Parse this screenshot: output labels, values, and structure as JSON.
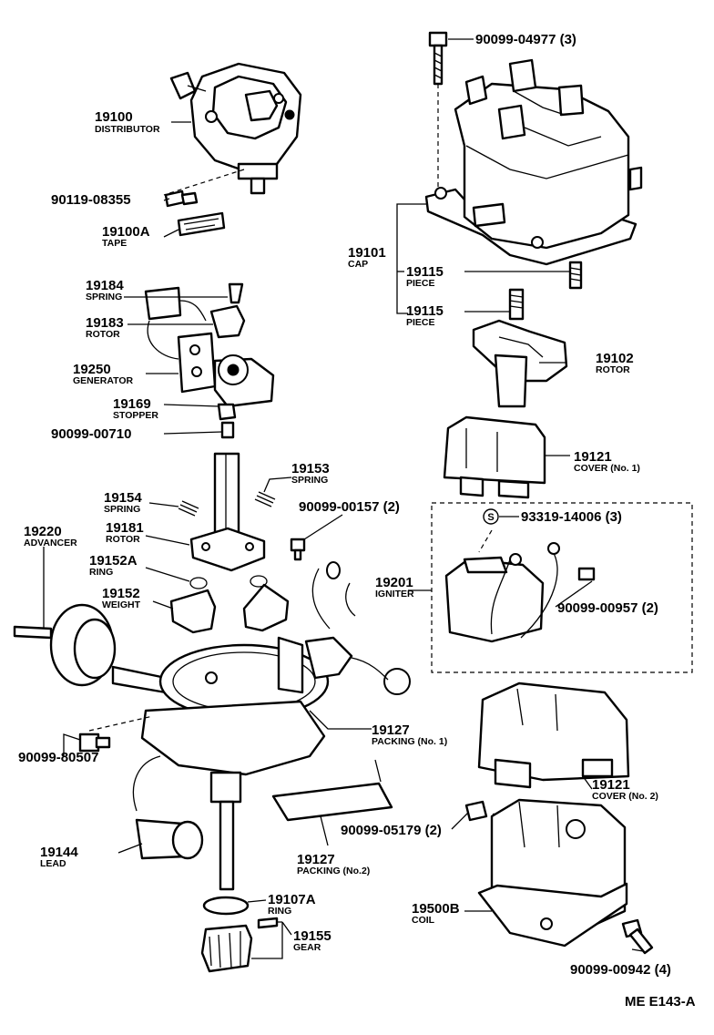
{
  "diagram_code": "ME E143-A",
  "parts": {
    "p1": {
      "number": "90099-04977 (3)",
      "name": ""
    },
    "p2": {
      "number": "19100",
      "name": "DISTRIBUTOR"
    },
    "p3": {
      "number": "90119-08355",
      "name": ""
    },
    "p4": {
      "number": "19100A",
      "name": "TAPE"
    },
    "p5": {
      "number": "19101",
      "name": "CAP"
    },
    "p6": {
      "number": "19115",
      "name": "PIECE"
    },
    "p7": {
      "number": "19115",
      "name": "PIECE"
    },
    "p8": {
      "number": "19184",
      "name": "SPRING"
    },
    "p9": {
      "number": "19183",
      "name": "ROTOR"
    },
    "p10": {
      "number": "19250",
      "name": "GENERATOR"
    },
    "p11": {
      "number": "19102",
      "name": "ROTOR"
    },
    "p12": {
      "number": "19169",
      "name": "STOPPER"
    },
    "p13": {
      "number": "90099-00710",
      "name": ""
    },
    "p14": {
      "number": "19121",
      "name": "COVER (No. 1)"
    },
    "p15": {
      "number": "19153",
      "name": "SPRING"
    },
    "p16": {
      "number": "19154",
      "name": "SPRING"
    },
    "p17": {
      "number": "90099-00157 (2)",
      "name": ""
    },
    "p18": {
      "number": "93319-14006 (3)",
      "name": ""
    },
    "p19": {
      "number": "19220",
      "name": "ADVANCER"
    },
    "p20": {
      "number": "19181",
      "name": "ROTOR"
    },
    "p21": {
      "number": "19152A",
      "name": "RING"
    },
    "p22": {
      "number": "19201",
      "name": "IGNITER"
    },
    "p23": {
      "number": "19152",
      "name": "WEIGHT"
    },
    "p24": {
      "number": "90099-00957 (2)",
      "name": ""
    },
    "p25": {
      "number": "19127",
      "name": "PACKING (No. 1)"
    },
    "p26": {
      "number": "90099-80507",
      "name": ""
    },
    "p27": {
      "number": "19121",
      "name": "COVER (No. 2)"
    },
    "p28": {
      "number": "90099-05179 (2)",
      "name": ""
    },
    "p29": {
      "number": "19144",
      "name": "LEAD"
    },
    "p30": {
      "number": "19127",
      "name": "PACKING (No.2)"
    },
    "p31": {
      "number": "19107A",
      "name": "RING"
    },
    "p32": {
      "number": "19500B",
      "name": "COIL"
    },
    "p33": {
      "number": "19155",
      "name": "GEAR"
    },
    "p34": {
      "number": "90099-00942 (4)",
      "name": ""
    }
  },
  "symbols": {
    "s_mark": "S"
  },
  "icons": [
    "distributor-assembly-icon",
    "distributor-cap-icon",
    "rotor-icon",
    "igniter-icon",
    "coil-icon",
    "advancer-icon",
    "gear-icon",
    "bolt-icon"
  ]
}
